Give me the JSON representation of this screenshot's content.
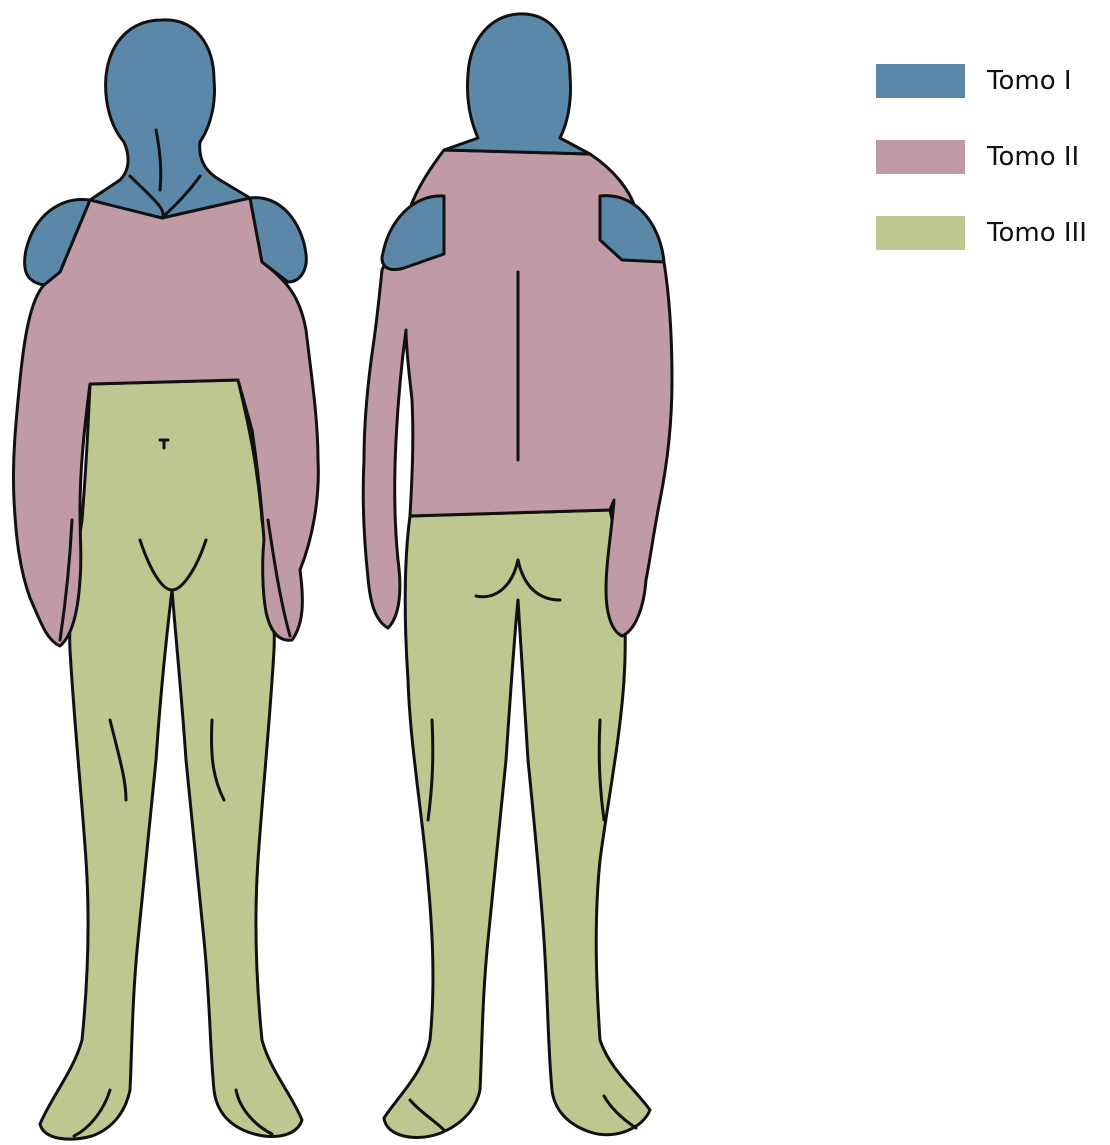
{
  "legend": {
    "items": [
      {
        "label": "Tomo I",
        "color": "#5b87a8"
      },
      {
        "label": "Tomo II",
        "color": "#c09ba5"
      },
      {
        "label": "Tomo III",
        "color": "#bec790"
      }
    ]
  },
  "colors": {
    "outline": "#111111",
    "background": "#ffffff"
  },
  "icons": {
    "front_figure": "human-body-front-icon",
    "back_figure": "human-body-back-icon"
  }
}
